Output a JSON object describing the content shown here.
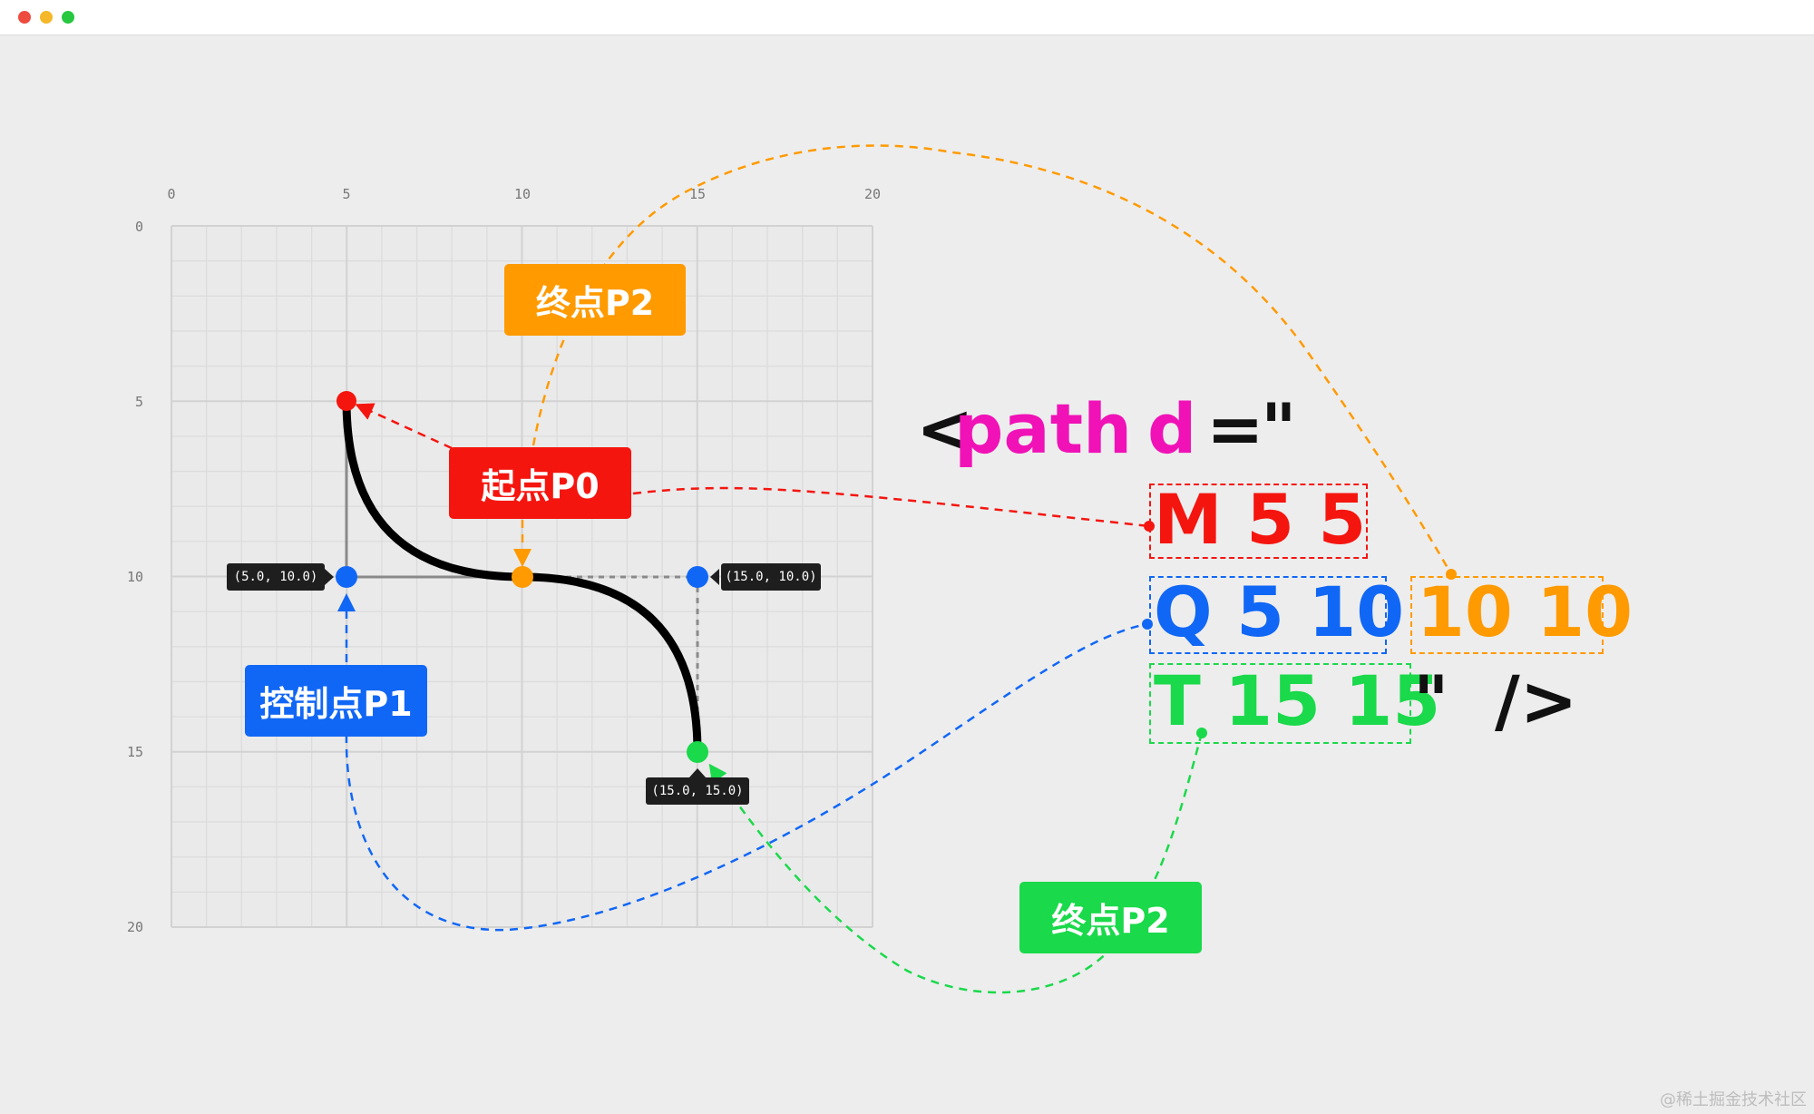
{
  "window": {
    "colors": {
      "close": "#ee4b3f",
      "minimize": "#f5b82a",
      "maximize": "#27c840"
    }
  },
  "grid": {
    "x_ticks": [
      "0",
      "5",
      "10",
      "15",
      "20"
    ],
    "y_ticks": [
      "0",
      "5",
      "10",
      "15",
      "20"
    ]
  },
  "labels": {
    "start": "起点P0",
    "control": "控制点P1",
    "end_top": "终点P2",
    "end_bottom": "终点P2"
  },
  "tooltips": {
    "control_left": "(5.0, 10.0)",
    "control_right": "(15.0, 10.0)",
    "end": "(15.0, 15.0)"
  },
  "code": {
    "open_bracket": "<",
    "tag": "path",
    "attr": "d",
    "equals": "=",
    "quote_open": "\"",
    "move_cmd": "M 5 5",
    "quad_cmd": "Q 5 10",
    "quad_end": "10 10",
    "smooth_cmd": "T 15 15",
    "quote_close": "\"",
    "close_tag": "/>"
  },
  "colors": {
    "red": "#f5150f",
    "blue": "#1167f5",
    "orange": "#ff9a00",
    "green": "#1ad94a",
    "magenta": "#f012b7",
    "black": "#111111"
  },
  "watermark": "@稀土掘金技术社区"
}
